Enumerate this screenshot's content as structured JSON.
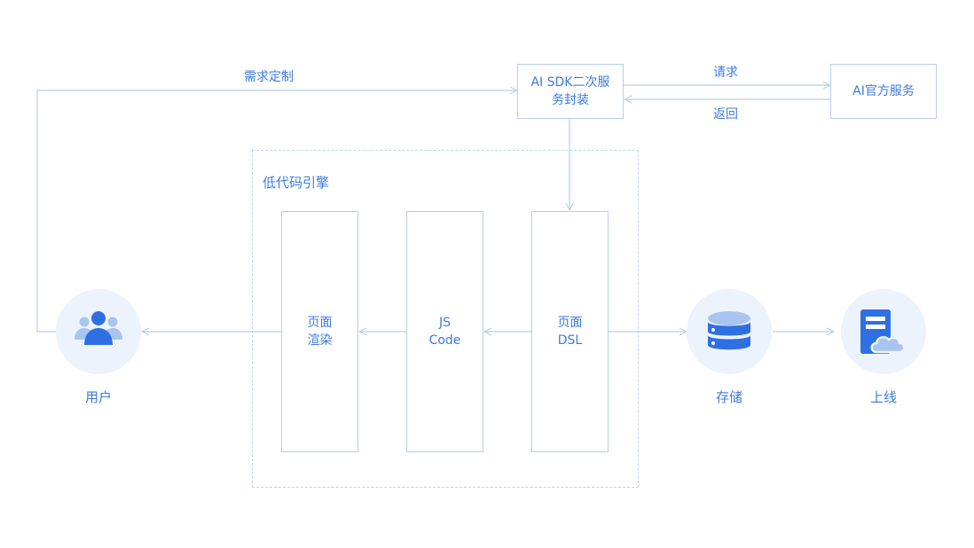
{
  "diagram": {
    "requirement_label": "需求定制",
    "sdk_box": "AI SDK二次服\n务封装",
    "official_box": "AI官方服务",
    "request_label": "请求",
    "return_label": "返回",
    "engine": {
      "title": "低代码引擎",
      "columns": [
        {
          "label": "页面\n渲染"
        },
        {
          "label": "JS\nCode"
        },
        {
          "label": "页面\nDSL"
        }
      ]
    },
    "nodes": {
      "user": {
        "label": "用户",
        "icon": "users-icon"
      },
      "storage": {
        "label": "存储",
        "icon": "database-icon"
      },
      "deploy": {
        "label": "上线",
        "icon": "cloud-server-icon"
      }
    },
    "colors": {
      "accent": "#3d7be0",
      "line": "#b8cdec",
      "circle_bg": "#edf3fd",
      "icon_light": "#a9c4f0"
    }
  }
}
